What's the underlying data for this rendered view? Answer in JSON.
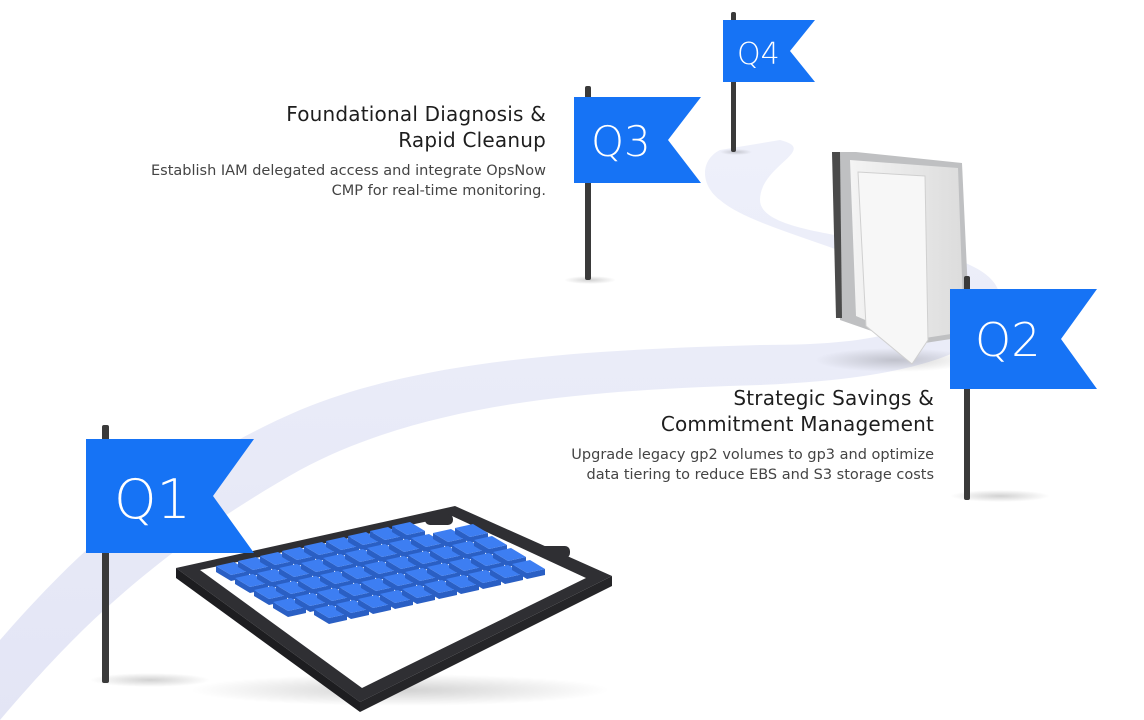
{
  "flags": {
    "q1": "Q1",
    "q2": "Q2",
    "q3": "Q3",
    "q4": "Q4"
  },
  "milestones": [
    {
      "title": "Foundational Diagnosis & \nRapid Cleanup",
      "body": "Establish IAM delegated access and integrate OpsNow\nCMP for real-time monitoring."
    },
    {
      "title": "Strategic Savings &\nCommitment Management",
      "body": "Upgrade legacy gp2 volumes to gp3 and optimize\ndata tiering to reduce EBS and S3 storage costs"
    }
  ],
  "colors": {
    "flag": "#1673f5",
    "pole": "#3a3a3a",
    "path": "#e7e8f6",
    "key": "#3d7ef2"
  }
}
